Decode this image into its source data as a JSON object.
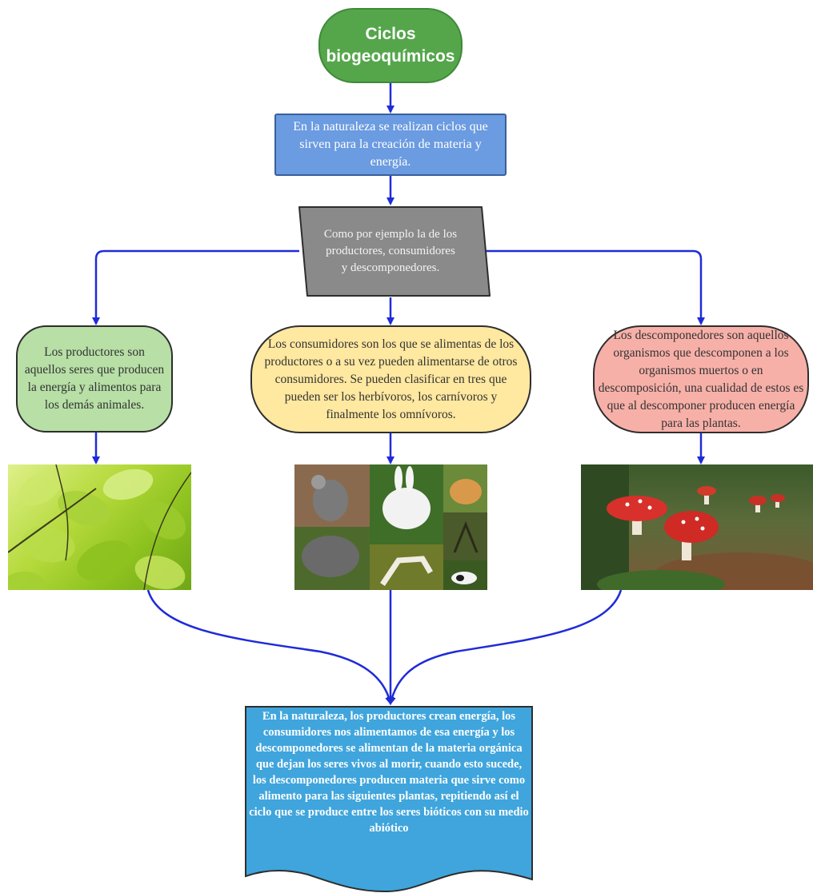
{
  "diagram": {
    "title": "Ciclos biogeoquímicos",
    "intro": "En la naturaleza se realizan ciclos que sirven para la creación de materia y energía.",
    "example": "Como por ejemplo la de los productores, consumidores y descomponedores.",
    "producers": "Los productores son aquellos seres que producen la energía y alimentos para los demás animales.",
    "consumers": "Los consumidores son los que se alimentas de los productores o a su vez pueden alimentarse de otros consumidores. Se pueden clasificar en tres que pueden ser los herbívoros, los carnívoros y finalmente los omnívoros.",
    "decomposers": "Los descomponedores son aquellos organismos que descomponen a los organismos muertos o en descomposición, una cualidad de estos es que al descomponer producen energía para las plantas.",
    "summary": "En la naturaleza, los productores crean energía, los consumidores nos alimentamos de esa energía y los descomponedores se alimentan de la materia orgánica que dejan los seres vivos al morir, cuando esto sucede, los descomponedores producen materia que sirve como alimento para las siguientes plantas, repitiendo así el ciclo que se produce entre los seres bióticos con su medio abiótico"
  },
  "colors": {
    "connector": "#1f2bd9",
    "title_fill": "#55a64b",
    "intro_fill": "#6b9be0",
    "example_fill": "#8a8a8a",
    "producers_fill": "#b7dfa6",
    "consumers_fill": "#ffe8a0",
    "decomposers_fill": "#f7b0a8",
    "summary_fill": "#3fa5dc"
  },
  "images": {
    "producers": "leaves-photo",
    "consumers": "animals-collage-photo",
    "decomposers": "mushrooms-photo"
  }
}
